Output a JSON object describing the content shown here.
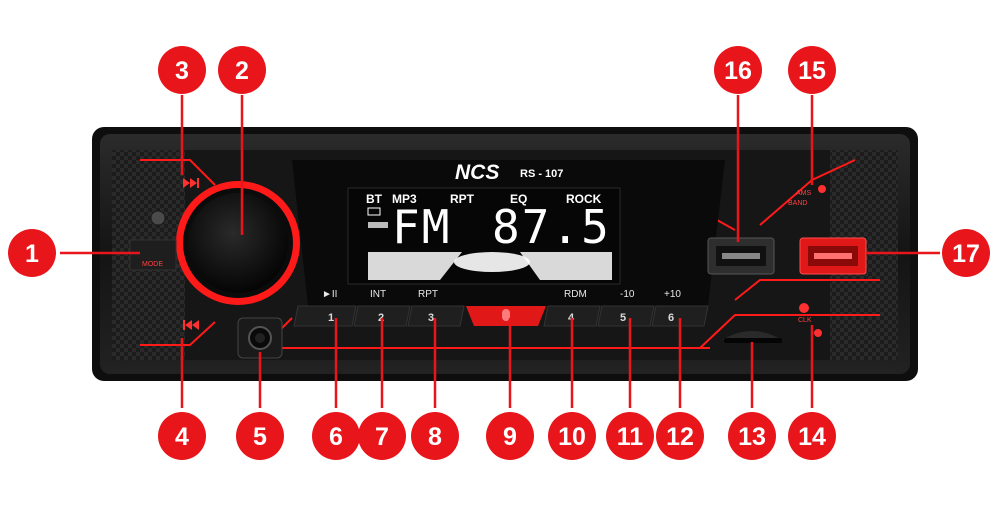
{
  "device": {
    "brand": "NCS",
    "model": "RS - 107",
    "display": {
      "indicators": [
        "BT",
        "MP3",
        "RPT",
        "EQ",
        "ROCK"
      ],
      "band_text": "FM",
      "frequency_text": "87.5"
    },
    "keys": [
      {
        "number": "1",
        "label": "►II"
      },
      {
        "number": "2",
        "label": "INT"
      },
      {
        "number": "3",
        "label": "RPT"
      },
      {
        "number": "4",
        "label": "RDM"
      },
      {
        "number": "5",
        "label": "-10"
      },
      {
        "number": "6",
        "label": "+10"
      }
    ],
    "labels": {
      "mode": "MODE",
      "band": "BAND",
      "ams": "AMS",
      "clk": "CLK"
    }
  },
  "callouts": [
    "1",
    "2",
    "3",
    "4",
    "5",
    "6",
    "7",
    "8",
    "9",
    "10",
    "11",
    "12",
    "13",
    "14",
    "15",
    "16",
    "17"
  ],
  "colors": {
    "callout_fill": "#e8151b",
    "accent_red": "#ff1a1a",
    "body": "#151515",
    "lcd": "#070707"
  }
}
